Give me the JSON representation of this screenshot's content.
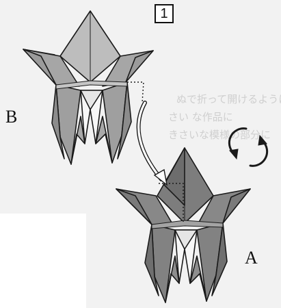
{
  "step_number": "1",
  "model_b_label": "B",
  "model_a_label": "A",
  "background_text": [
    "ぬで折って開けるように",
    "さい な作品に",
    "きさいな模様の部分に"
  ],
  "colors": {
    "paper_b": "#a7a7a7",
    "paper_b_dark": "#8d8d8d",
    "paper_a": "#8a8a8a",
    "paper_a_dark": "#6f6f6f",
    "inner_white": "#f7f7f7",
    "outline": "#1a1a1a"
  },
  "icons": [
    "curved-arrow-icon",
    "rotate-icon"
  ]
}
